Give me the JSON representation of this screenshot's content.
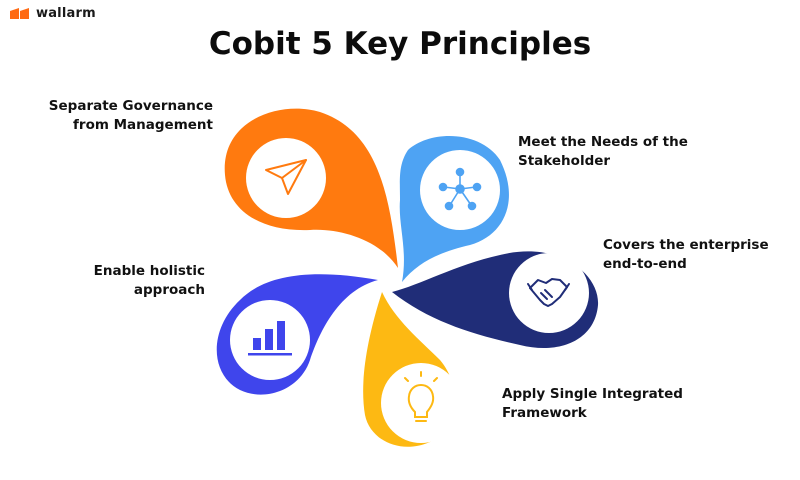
{
  "brand": {
    "name": "wallarm",
    "color": "#FF6A13"
  },
  "title": "Cobit 5 Key Principles",
  "principles": [
    {
      "lines": [
        "Separate Governance",
        "from Management"
      ],
      "color": "#FF7A0F",
      "icon": "paper-plane-icon"
    },
    {
      "lines": [
        "Meet the Needs of the",
        "Stakeholder"
      ],
      "color": "#4EA3F3",
      "icon": "network-nodes-icon"
    },
    {
      "lines": [
        "Covers the enterprise",
        "end-to-end"
      ],
      "color": "#202D78",
      "icon": "handshake-icon"
    },
    {
      "lines": [
        "Apply Single Integrated",
        "Framework"
      ],
      "color": "#FDB913",
      "icon": "lightbulb-icon"
    },
    {
      "lines": [
        "Enable holistic",
        "approach"
      ],
      "color": "#3F45EC",
      "icon": "bar-chart-icon"
    }
  ]
}
